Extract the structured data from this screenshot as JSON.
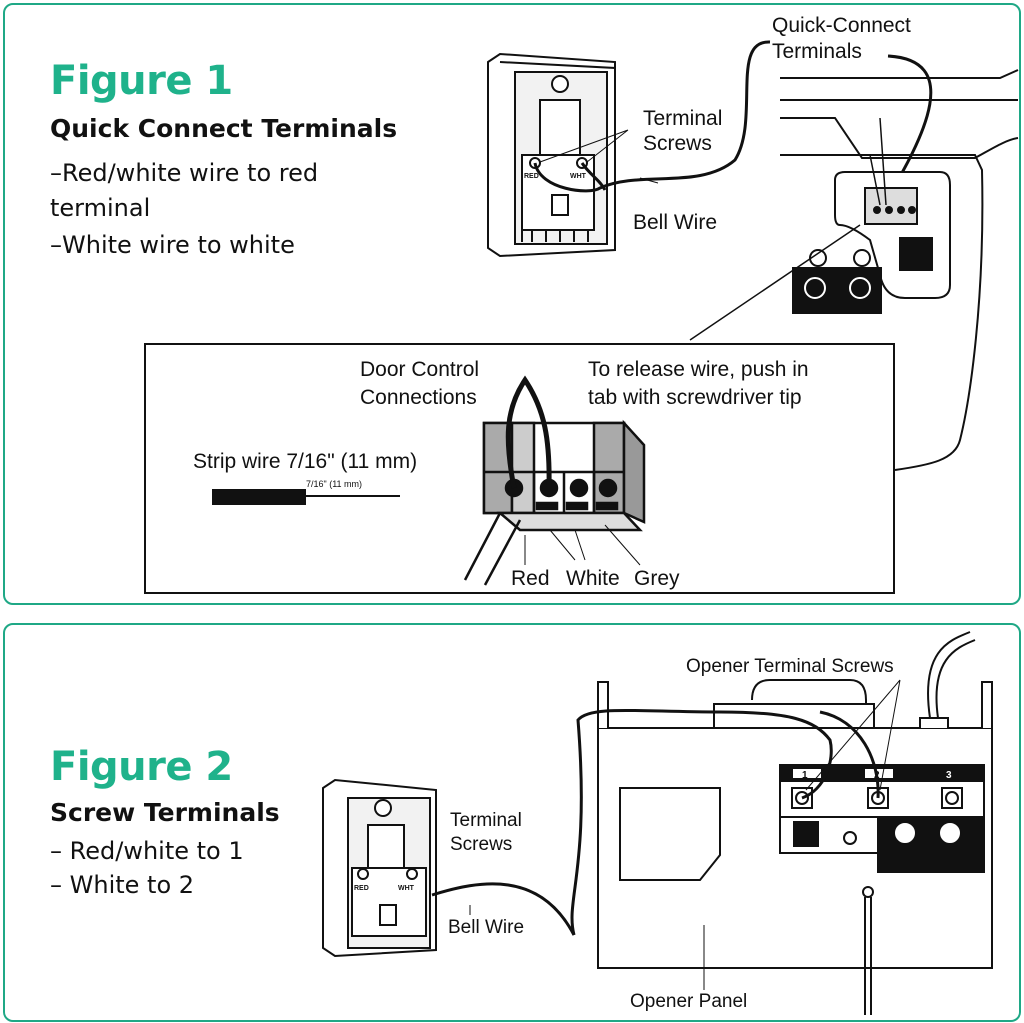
{
  "accent_color": "#1fb28b",
  "figure1": {
    "title": "Figure 1",
    "subtitle": "Quick Connect Terminals",
    "lines": [
      "–Red/white wire to red terminal",
      "–White wire to white"
    ],
    "labels": {
      "quick_connect": [
        "Quick-Connect",
        "Terminals"
      ],
      "terminal_screws": [
        "Terminal",
        "Screws"
      ],
      "bell_wire": "Bell Wire",
      "red": "RED",
      "wht": "WHT"
    },
    "inset": {
      "door_control": [
        "Door Control",
        "Connections"
      ],
      "release": [
        "To release wire, push in",
        "tab with screwdriver tip"
      ],
      "strip": "Strip wire 7/16\" (11 mm)",
      "strip_measure": "7/16\" (11 mm)",
      "wire_colors": [
        "Red",
        "White",
        "Grey"
      ]
    }
  },
  "figure2": {
    "title": "Figure 2",
    "subtitle": "Screw Terminals",
    "lines": [
      "– Red/white to 1",
      "– White to 2"
    ],
    "labels": {
      "opener_screws": "Opener Terminal Screws",
      "terminal_screws": [
        "Terminal",
        "Screws"
      ],
      "bell_wire": "Bell Wire",
      "opener_panel": "Opener Panel",
      "red": "RED",
      "wht": "WHT",
      "terminals": [
        "1",
        "2",
        "3"
      ]
    }
  }
}
